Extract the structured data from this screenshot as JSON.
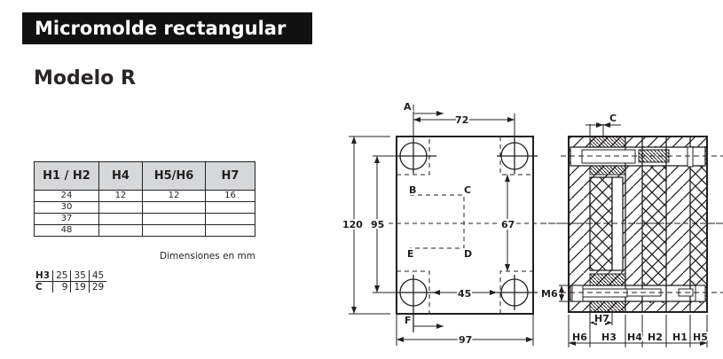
{
  "header": {
    "title": "Micromolde rectangular",
    "subtitle": "Modelo R"
  },
  "dimension_table": {
    "columns": [
      "H1 / H2",
      "H4",
      "H5/H6",
      "H7"
    ],
    "rows": [
      [
        "24",
        "12",
        "12",
        "16"
      ],
      [
        "30",
        "",
        "",
        ""
      ],
      [
        "37",
        "",
        "",
        ""
      ],
      [
        "48",
        "",
        "",
        ""
      ]
    ],
    "note": "Dimensiones en mm"
  },
  "h3_c_table": {
    "rows": [
      [
        "H3",
        "25",
        "35",
        "45"
      ],
      [
        "C",
        "9",
        "19",
        "29"
      ]
    ]
  },
  "front_view": {
    "labels": {
      "a": "A",
      "b": "B",
      "c": "C",
      "d": "D",
      "e": "E",
      "f": "F",
      "w72": "72",
      "h120": "120",
      "h95": "95",
      "h67": "67",
      "w45": "45",
      "w97": "97"
    }
  },
  "side_view": {
    "labels": {
      "c": "C",
      "m6": "M6",
      "h7": "H7",
      "h6": "H6",
      "h3": "H3",
      "h4": "H4",
      "h2": "H2",
      "h1": "H1",
      "h5": "H5"
    }
  }
}
